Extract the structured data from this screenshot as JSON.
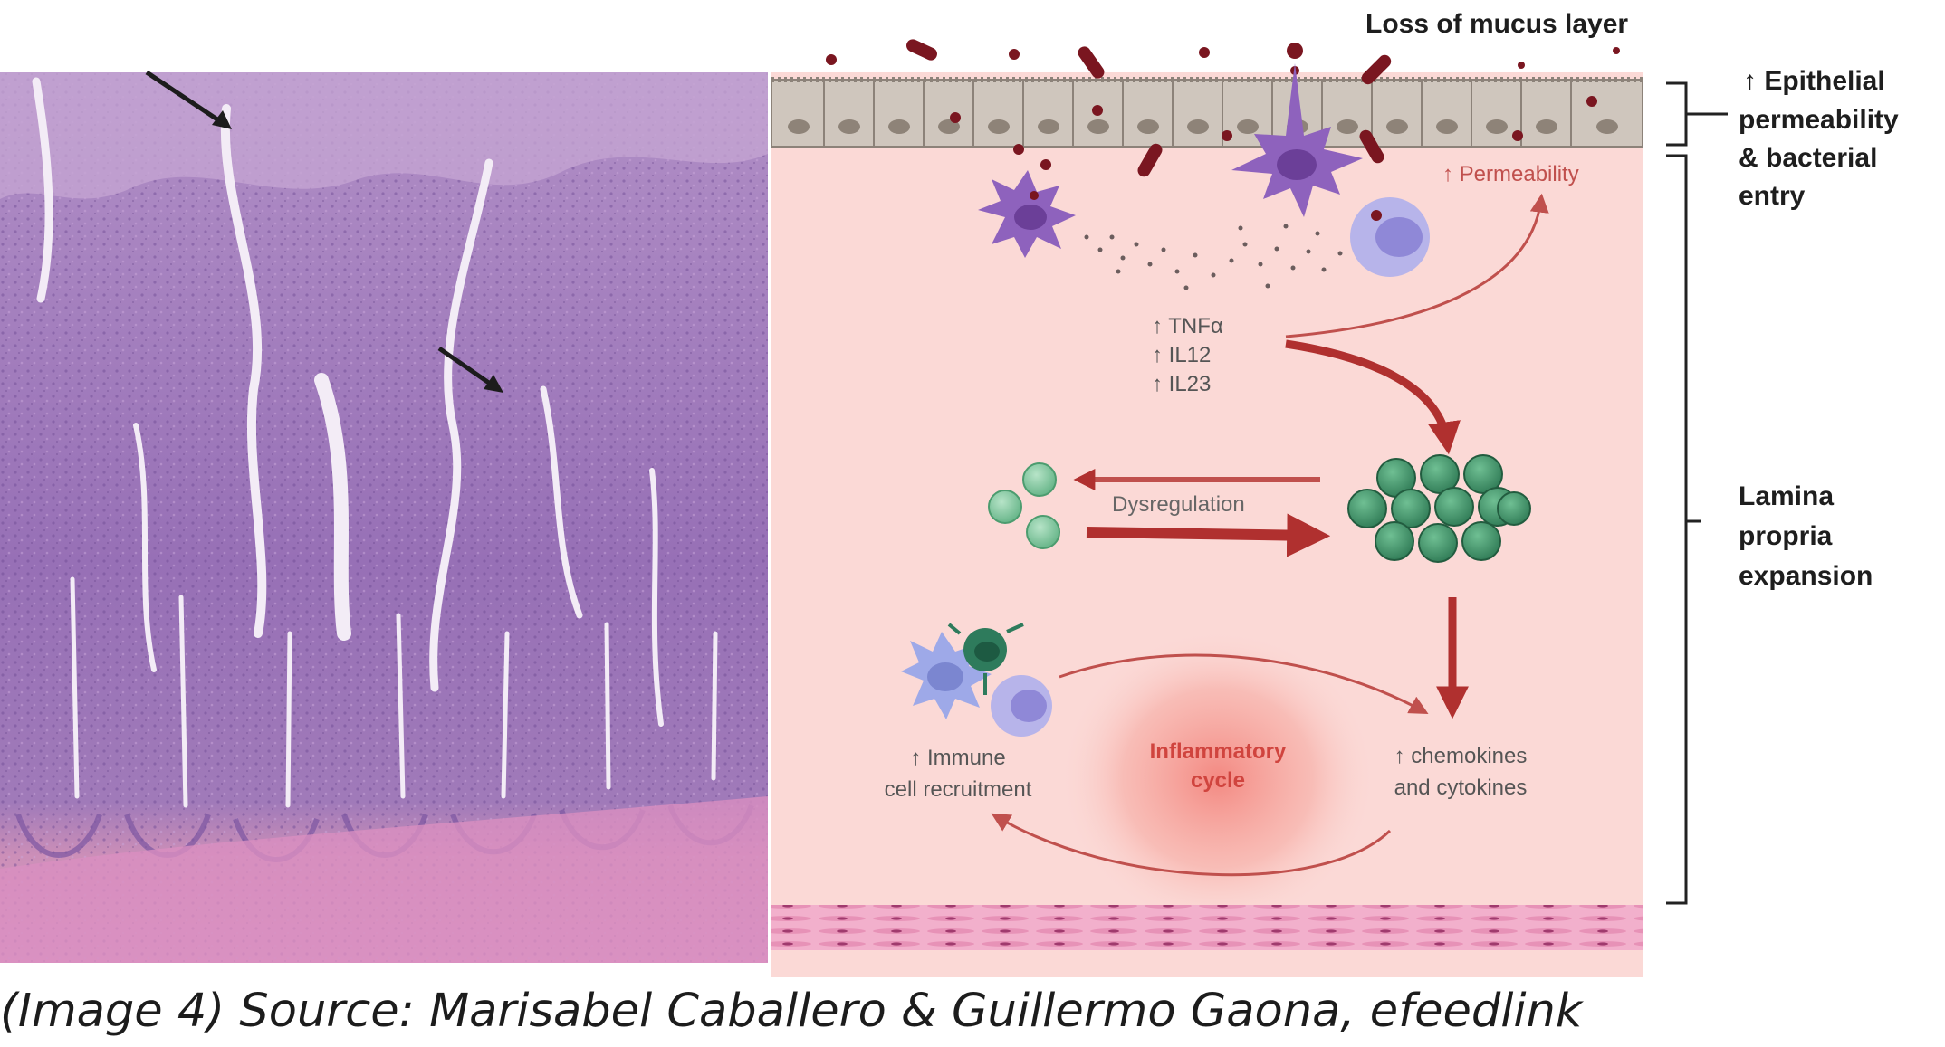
{
  "title": "Loss of mucus layer",
  "right_labels": {
    "epithelial": [
      "↑ Epithelial",
      "permeability",
      "& bacterial",
      "entry"
    ],
    "lamina": [
      "Lamina",
      "propria",
      "expansion"
    ]
  },
  "labels": {
    "permeability": "↑ Permeability",
    "cytokines": [
      "↑ TNFα",
      "↑ IL12",
      "↑ IL23"
    ],
    "dysregulation": "Dysregulation",
    "immune": [
      "↑ Immune",
      "cell recruitment"
    ],
    "cycle": [
      "Inflammatory",
      "cycle"
    ],
    "chemokines": [
      "↑ chemokines",
      "and cytokines"
    ]
  },
  "colors": {
    "tissue_bg": "#fbd9d6",
    "arrow": "#b0302f",
    "epithelium": "#cfc6bd",
    "cell_green": "#4f9a72",
    "cell_purple": "#8b63b8",
    "histology": "#9a72b8"
  },
  "caption": "(Image 4) Source: Marisabel Caballero & Guillermo Gaona, efeedlink"
}
